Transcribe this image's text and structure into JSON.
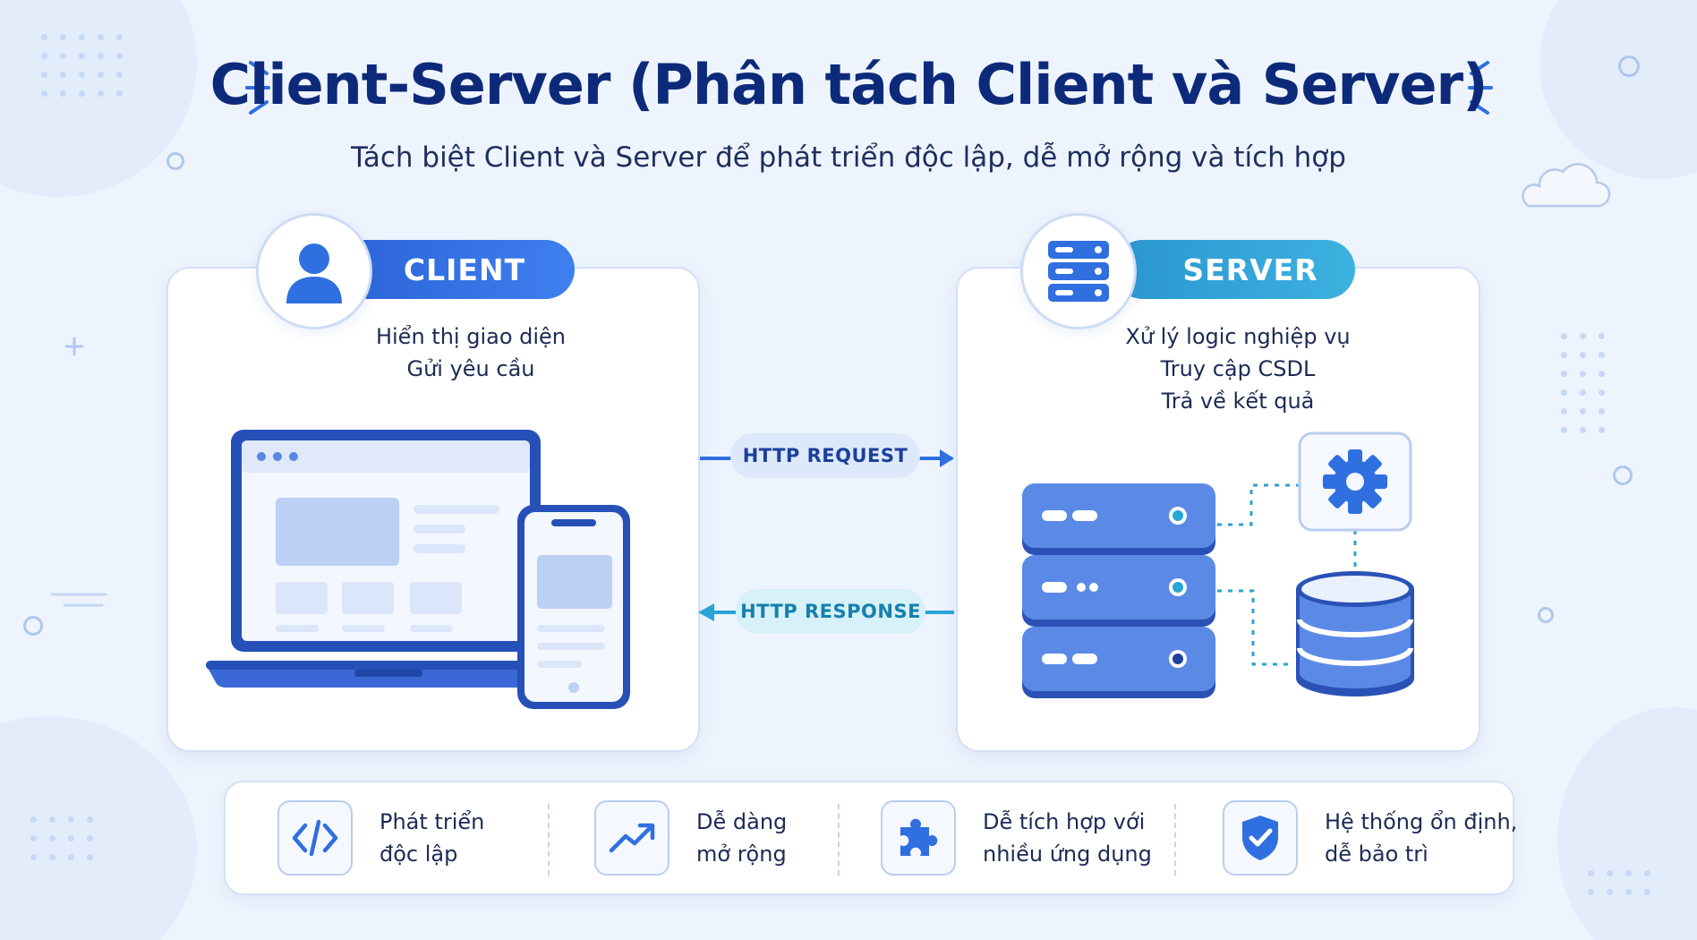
{
  "title": "Client-Server (Phân tách Client và Server)",
  "subtitle": "Tách biệt Client và Server để phát triển độc lập, dễ mở rộng và tích hợp",
  "client": {
    "label": "CLIENT",
    "icon": "user-icon",
    "duties": [
      "Hiển thị giao diện",
      "Gửi yêu cầu"
    ],
    "devices": [
      "laptop-icon",
      "smartphone-icon"
    ]
  },
  "server": {
    "label": "SERVER",
    "icon": "server-stack-icon",
    "duties": [
      "Xử lý logic nghiệp vụ",
      "Truy cập CSDL",
      "Trả về kết quả"
    ],
    "components": [
      "server-rack-icon",
      "gear-icon",
      "database-icon"
    ]
  },
  "flows": {
    "request": "HTTP REQUEST",
    "response": "HTTP RESPONSE"
  },
  "benefits": [
    {
      "icon": "code-icon",
      "lines": [
        "Phát triển",
        "độc lập"
      ]
    },
    {
      "icon": "trend-up-icon",
      "lines": [
        "Dễ dàng",
        "mở rộng"
      ]
    },
    {
      "icon": "puzzle-icon",
      "lines": [
        "Dễ tích hợp với",
        "nhiều ứng dụng"
      ]
    },
    {
      "icon": "shield-check-icon",
      "lines": [
        "Hệ thống ổn định,",
        "dễ bảo trì"
      ]
    }
  ],
  "colors": {
    "title": "#0d2a7a",
    "client_accent": "#2f6fe0",
    "server_accent": "#2aa3d6",
    "request_bg": "#dde9fb",
    "response_bg": "#d6f1f8",
    "panel_border": "#d3e1f6",
    "background": "#eef4fd"
  }
}
